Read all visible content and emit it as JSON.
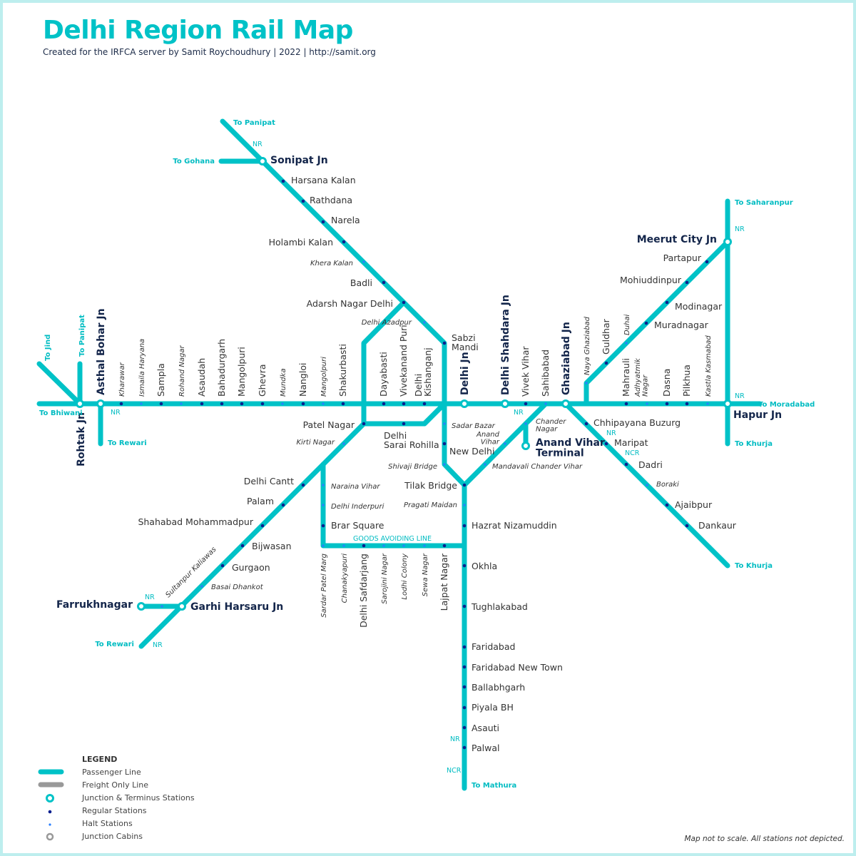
{
  "title": "Delhi Region Rail Map",
  "subtitle": "Created for the IRFCA server by Samit Roychoudhury | 2022 | http://samit.org",
  "footer_note": "Map not to scale. All stations not depicted.",
  "colors": {
    "line": "#00c2c7",
    "freight": "#999999",
    "regular": "#0a1f8f",
    "halt": "#2a7fff",
    "text": "#13254a"
  },
  "legend": {
    "title": "LEGEND",
    "items": [
      "Passenger Line",
      "Freight Only Line",
      "Junction & Terminus Stations",
      "Regular Stations",
      "Halt Stations",
      "Junction Cabins"
    ]
  },
  "stations": [
    {
      "name": "Rohtak Jn",
      "type": "junction"
    },
    {
      "name": "Asthal Bohar Jn",
      "type": "junction"
    },
    {
      "name": "Kharawar",
      "type": "regular"
    },
    {
      "name": "Ismaila Haryana",
      "type": "halt"
    },
    {
      "name": "Sampla",
      "type": "regular"
    },
    {
      "name": "Rohand Nagar",
      "type": "halt"
    },
    {
      "name": "Asaudah",
      "type": "regular"
    },
    {
      "name": "Bahadurgarh",
      "type": "regular"
    },
    {
      "name": "Mangolpuri",
      "type": "regular"
    },
    {
      "name": "Ghevra",
      "type": "regular"
    },
    {
      "name": "Mundka",
      "type": "halt"
    },
    {
      "name": "Nangloi",
      "type": "regular"
    },
    {
      "name": "Mangolpuri",
      "type": "halt"
    },
    {
      "name": "Shakurbasti",
      "type": "regular"
    },
    {
      "name": "Dayabasti",
      "type": "regular"
    },
    {
      "name": "Vivekanand Puri",
      "type": "regular"
    },
    {
      "name": "Delhi\nKishanganj",
      "type": "regular"
    },
    {
      "name": "Delhi Jn",
      "type": "junction"
    },
    {
      "name": "Delhi Shahdara Jn",
      "type": "junction"
    },
    {
      "name": "Vivek Vihar",
      "type": "regular"
    },
    {
      "name": "Sahibabad",
      "type": "halt"
    },
    {
      "name": "Ghaziabad Jn",
      "type": "junction"
    },
    {
      "name": "Naya Ghaziabad",
      "type": "halt"
    },
    {
      "name": "Guldhar",
      "type": "regular"
    },
    {
      "name": "Duhai",
      "type": "halt"
    },
    {
      "name": "Muradnagar",
      "type": "regular"
    },
    {
      "name": "Modinagar",
      "type": "regular"
    },
    {
      "name": "Mohiuddinpur",
      "type": "regular"
    },
    {
      "name": "Partapur",
      "type": "regular"
    },
    {
      "name": "Meerut City Jn",
      "type": "junction"
    },
    {
      "name": "Mahrauli",
      "type": "regular"
    },
    {
      "name": "Adhyatmik\nNagar",
      "type": "halt"
    },
    {
      "name": "Dasna",
      "type": "regular"
    },
    {
      "name": "Pilkhua",
      "type": "regular"
    },
    {
      "name": "Kastla Kasmabad",
      "type": "halt"
    },
    {
      "name": "Hapur Jn",
      "type": "junction"
    },
    {
      "name": "Sonipat Jn",
      "type": "junction"
    },
    {
      "name": "Harsana Kalan",
      "type": "regular"
    },
    {
      "name": "Rathdana",
      "type": "regular"
    },
    {
      "name": "Narela",
      "type": "regular"
    },
    {
      "name": "Holambi Kalan",
      "type": "regular"
    },
    {
      "name": "Khera Kalan",
      "type": "halt"
    },
    {
      "name": "Badli",
      "type": "regular"
    },
    {
      "name": "Adarsh Nagar Delhi",
      "type": "regular"
    },
    {
      "name": "Delhi Azadpur",
      "type": "halt"
    },
    {
      "name": "Sabzi\nMandi",
      "type": "regular"
    },
    {
      "name": "Patel Nagar",
      "type": "regular"
    },
    {
      "name": "Delhi\nSarai Rohilla",
      "type": "regular"
    },
    {
      "name": "Kirti Nagar",
      "type": "halt"
    },
    {
      "name": "Delhi Cantt",
      "type": "regular"
    },
    {
      "name": "Palam",
      "type": "regular"
    },
    {
      "name": "Shahabad Mohammadpur",
      "type": "regular"
    },
    {
      "name": "Bijwasan",
      "type": "regular"
    },
    {
      "name": "Gurgaon",
      "type": "regular"
    },
    {
      "name": "Basai Dhankot",
      "type": "halt"
    },
    {
      "name": "Garhi Harsaru Jn",
      "type": "junction"
    },
    {
      "name": "Sultanpur Kaliawas",
      "type": "halt"
    },
    {
      "name": "Farrukhnagar",
      "type": "junction"
    },
    {
      "name": "Sadar Bazar",
      "type": "halt"
    },
    {
      "name": "New Delhi",
      "type": "regular"
    },
    {
      "name": "Shivaji Bridge",
      "type": "halt"
    },
    {
      "name": "Tilak Bridge",
      "type": "regular"
    },
    {
      "name": "Pragati Maidan",
      "type": "halt"
    },
    {
      "name": "Hazrat Nizamuddin",
      "type": "regular"
    },
    {
      "name": "Okhla",
      "type": "regular"
    },
    {
      "name": "Tughlakabad",
      "type": "regular"
    },
    {
      "name": "Faridabad",
      "type": "regular"
    },
    {
      "name": "Faridabad New Town",
      "type": "regular"
    },
    {
      "name": "Ballabhgarh",
      "type": "regular"
    },
    {
      "name": "Piyala BH",
      "type": "regular"
    },
    {
      "name": "Asauti",
      "type": "regular"
    },
    {
      "name": "Palwal",
      "type": "regular"
    },
    {
      "name": "Mandavali Chander Vihar",
      "type": "halt"
    },
    {
      "name": "Anand\nVihar",
      "type": "halt"
    },
    {
      "name": "Chander\nNagar",
      "type": "halt"
    },
    {
      "name": "Anand Vihar\nTerminal",
      "type": "junction"
    },
    {
      "name": "Naraina Vihar",
      "type": "halt"
    },
    {
      "name": "Delhi Inderpuri",
      "type": "halt"
    },
    {
      "name": "Brar Square",
      "type": "regular"
    },
    {
      "name": "Sardar Patel Marg",
      "type": "halt"
    },
    {
      "name": "Chanakyapuri",
      "type": "halt"
    },
    {
      "name": "Delhi Safdarjang",
      "type": "regular"
    },
    {
      "name": "Sarojini Nagar",
      "type": "halt"
    },
    {
      "name": "Lodhi Colony",
      "type": "halt"
    },
    {
      "name": "Sewa Nagar",
      "type": "halt"
    },
    {
      "name": "Lajpat Nagar",
      "type": "regular"
    },
    {
      "name": "Chhipayana Buzurg",
      "type": "regular"
    },
    {
      "name": "Maripat",
      "type": "regular"
    },
    {
      "name": "Dadri",
      "type": "regular"
    },
    {
      "name": "Boraki",
      "type": "halt"
    },
    {
      "name": "Ajaibpur",
      "type": "regular"
    },
    {
      "name": "Dankaur",
      "type": "regular"
    }
  ],
  "annotations": [
    "To Panipat",
    "To Gohana",
    "To Jind",
    "To Panipat",
    "To Bhiwani",
    "To Rewari",
    "To Rewari",
    "To Saharanpur",
    "To Moradabad",
    "To Khurja",
    "To Khurja",
    "To Mathura",
    "NR",
    "NR",
    "NR",
    "NR",
    "NR",
    "NR",
    "NCR",
    "NR",
    "NR",
    "NR",
    "NCR",
    "GOODS AVOIDING LINE"
  ]
}
